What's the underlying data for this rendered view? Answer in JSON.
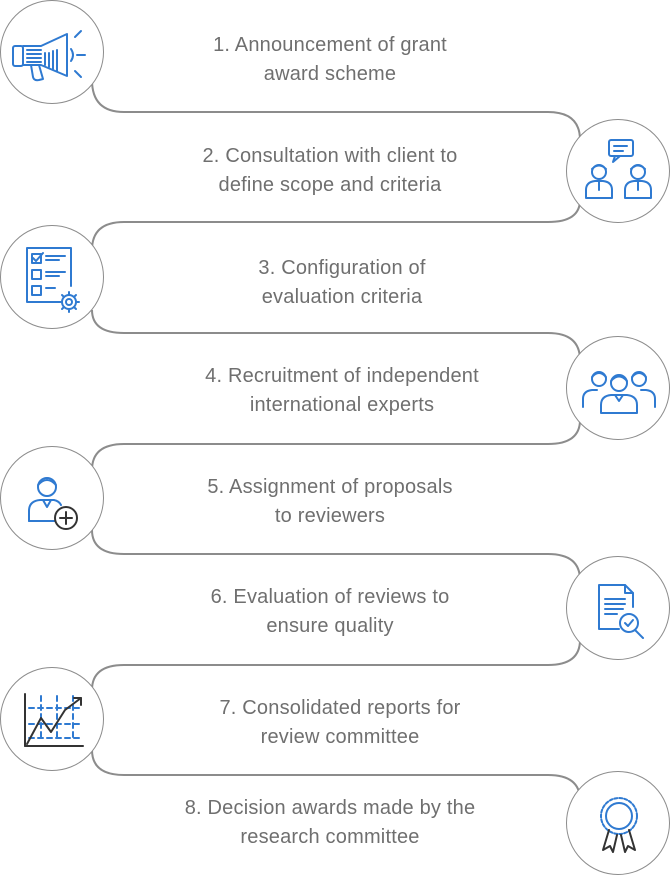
{
  "colors": {
    "icon": "#2f7ad1",
    "line": "#8c8c8c",
    "text": "#6f6f6f"
  },
  "steps": [
    {
      "lines": [
        "1.  Announcement of grant",
        "award scheme"
      ],
      "icon": "megaphone-icon",
      "side": "left"
    },
    {
      "lines": [
        "2.  Consultation with client to",
        "define scope and criteria"
      ],
      "icon": "consultation-people-icon",
      "side": "right"
    },
    {
      "lines": [
        "3. Configuration of",
        "evaluation criteria"
      ],
      "icon": "checklist-gear-icon",
      "side": "left"
    },
    {
      "lines": [
        "4. Recruitment of independent",
        "international experts"
      ],
      "icon": "expert-group-icon",
      "side": "right"
    },
    {
      "lines": [
        "5. Assignment of proposals",
        "to reviewers"
      ],
      "icon": "add-reviewer-icon",
      "side": "left"
    },
    {
      "lines": [
        "6. Evaluation of reviews to",
        "ensure quality"
      ],
      "icon": "document-magnifier-icon",
      "side": "right"
    },
    {
      "lines": [
        "7. Consolidated reports for",
        "review committee"
      ],
      "icon": "trend-chart-icon",
      "side": "left"
    },
    {
      "lines": [
        "8. Decision awards made by the",
        "research committee"
      ],
      "icon": "award-ribbon-icon",
      "side": "right"
    }
  ]
}
